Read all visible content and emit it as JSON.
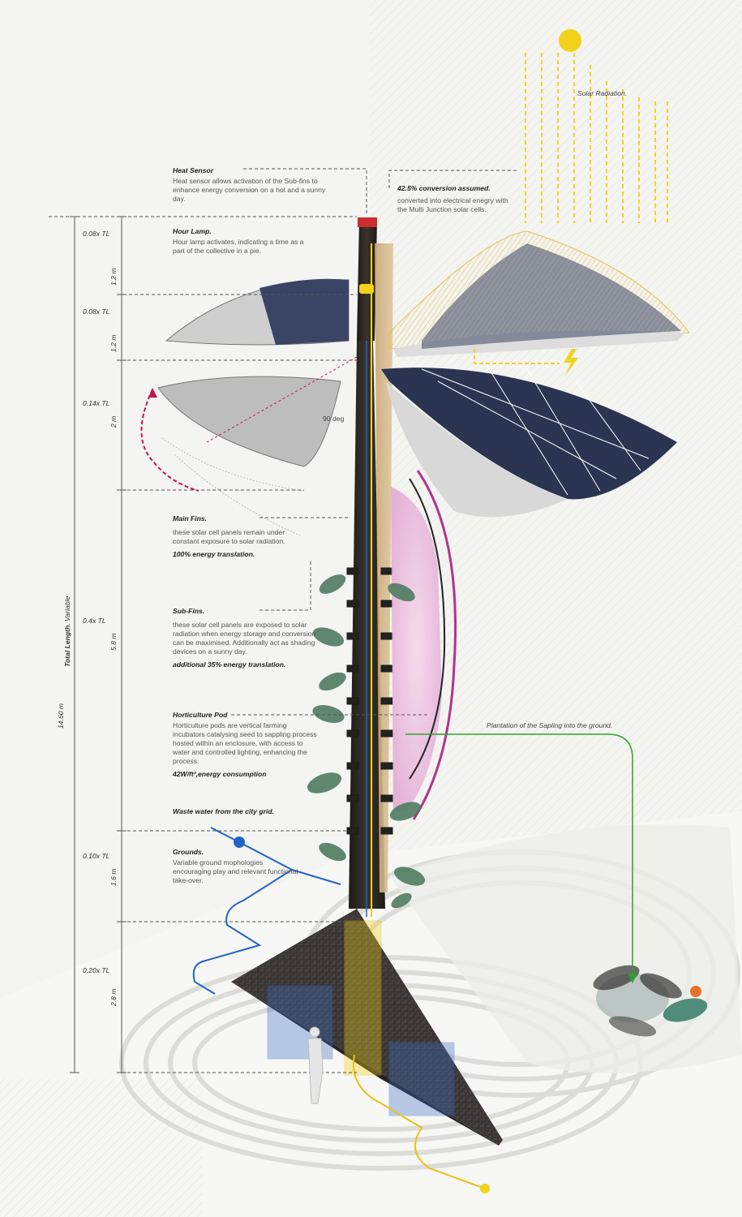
{
  "labels": {
    "heat_sensor": {
      "title": "Heat Sensor",
      "desc": "Heat sensor allows activation of the Sub-fins to enhance energy conversion on a hot and a sunny day."
    },
    "hour_lamp": {
      "title": "Hour Lamp.",
      "desc": "Hour lamp activates, indicating a time as a part of the collective in a pie."
    },
    "main_fins": {
      "title": "Main Fins.",
      "desc": "these solar cell panels remain under constant exposure to solar radiation.",
      "emph": "100% energy translation."
    },
    "sub_fins": {
      "title": "Sub-Fins.",
      "desc": "these solar cell panels are exposed to solar radiation when energy storage and conversion can be maximised. Additionally act as shading devices on a sunny day.",
      "emph": "additional 35% energy translation."
    },
    "horticulture_pod": {
      "title": "Horticulture Pod",
      "desc": "Horticulture pods are vertical farming incubators catalysing seed to sappling process hosted within an enclosure, with access to water and controlled lighting, enhancing the process.",
      "emph": "42W/ft²,energy consumption"
    },
    "waste_water": {
      "title": "Waste water from the city grid."
    },
    "grounds": {
      "title": "Grounds.",
      "desc": "Variable ground mophologies encouraging play and relevant functional take-over."
    },
    "conversion": {
      "title": "42.5% conversion assumed.",
      "desc": "converted into electrical enegry with the  Multi Junction solar cells."
    },
    "solar_radiation": "Solar Radiation.",
    "plantation": "Plantation of the Sapling into the ground.",
    "angle": "90 deg"
  },
  "dimensions": {
    "total_length": "Total Length.",
    "variable": "Variable",
    "total_value": "14.60 m",
    "ratios": [
      "0.08x TL",
      "0.08x TL",
      "0.14x TL",
      "0.4x TL",
      "0.10x TL",
      "0.20x TL"
    ],
    "meters": [
      "1.2 m",
      "1.2 m",
      "2 m",
      "5.8 m",
      "1.6 m",
      "2.8 m"
    ]
  },
  "colors": {
    "solar_yellow": "#f2d21a",
    "water_blue": "#1f64c8",
    "panel_navy": "#2b3552",
    "pod_pink": "#e8b2d8",
    "sapling_green": "#2aa52a",
    "tower_dark": "#2a2622"
  }
}
